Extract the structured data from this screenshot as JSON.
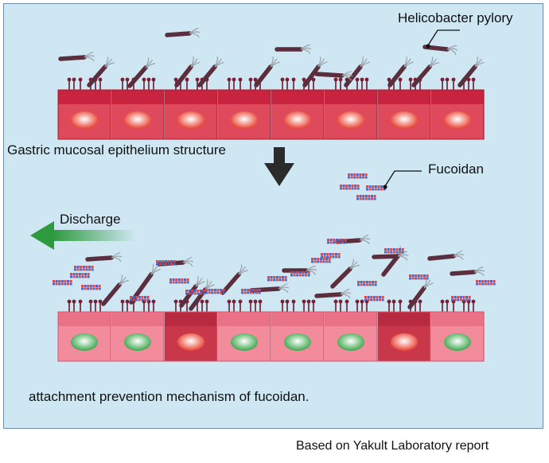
{
  "labels": {
    "helicobacter": "Helicobacter pylory",
    "epithelium": "Gastric mucosal epithelium structure",
    "fucoidan": "Fucoidan",
    "discharge": "Discharge",
    "caption": "attachment prevention mechanism of fucoidan.",
    "source": "Based on Yakult Laboratory report"
  },
  "colors": {
    "background": "#cfe7f3",
    "cell_top_before": "#c8233f",
    "cell_before": "#de4a5c",
    "cell_healthy": "#f28c9c",
    "cell_infected": "#c9374a",
    "nucleus_red": "#e8402e",
    "nucleus_green": "#3aa64a",
    "bacterium": "#5a2e3c",
    "arrow_down": "#2b2b2b",
    "arrow_discharge": "#2e9a3e",
    "fucoidan_red": "#d84a4a",
    "fucoidan_blue": "#4a64c8"
  },
  "diagram": {
    "top_row_states": [
      "infected",
      "infected",
      "infected",
      "infected",
      "infected",
      "infected",
      "infected",
      "infected"
    ],
    "bottom_row_states": [
      "healthy",
      "healthy",
      "infected",
      "healthy",
      "healthy",
      "healthy",
      "infected",
      "healthy"
    ]
  }
}
